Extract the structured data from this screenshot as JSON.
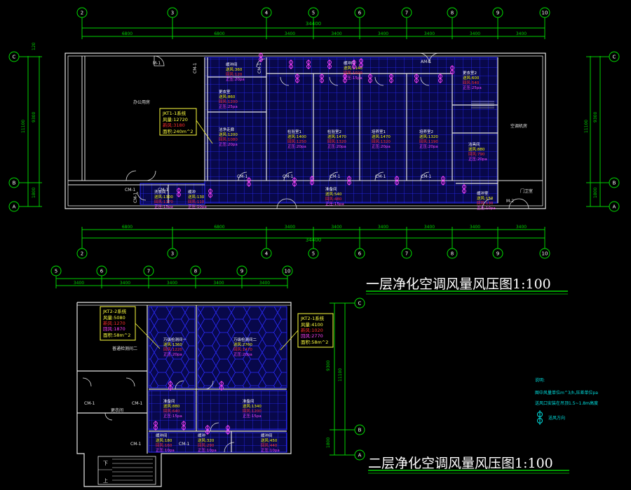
{
  "colors": {
    "background": "#000000",
    "wall": "#e6e6e6",
    "grid_line": "#00d200",
    "axis_circle": "#00e000",
    "room_grid": "#2020ff",
    "room_fill": "#08084a",
    "label_white": "#ffffff",
    "label_yellow": "#ffff00",
    "label_red": "#ff3030",
    "label_magenta": "#ff40ff",
    "label_cyan": "#00e0e0",
    "callout_yellow": "#ffff40"
  },
  "plan1": {
    "title": "一层净化空调风量风压图1:100",
    "axes_top": [
      "2",
      "3",
      "4",
      "5",
      "6",
      "7",
      "8",
      "9",
      "10"
    ],
    "axes_bottom": [
      "2",
      "3",
      "4",
      "5",
      "6",
      "7",
      "8",
      "9",
      "10"
    ],
    "rows_left": [
      "C",
      "B",
      "A"
    ],
    "rows_right": [
      "C",
      "B",
      "A"
    ],
    "total_dim": "34400",
    "dims": [
      "6800",
      "6800",
      "3400",
      "3400",
      "3400",
      "3400",
      "3400",
      "3400"
    ],
    "dims_left": [
      "120",
      "9300",
      "11100",
      "1800"
    ],
    "dims_right": [
      "9300",
      "11100",
      "1800"
    ],
    "door_labels": [
      "M-1",
      "CM-1",
      "CM-1",
      "CM-1",
      "CM-1",
      "CM-1",
      "CM-1",
      "CM-1",
      "M-2",
      "CM-1",
      "CM-1",
      "AM-1",
      "CM-1"
    ],
    "corridor_label": "办公用房",
    "right_room_label": "空调机房",
    "right_room_label2": "门卫室",
    "callout": {
      "name": "JKT1-1系统",
      "air": "风量:12720",
      "fresh": "新风:3180",
      "area": "面积:240m^2"
    },
    "rooms": [
      {
        "name": "缓冲间",
        "air": "送风:360",
        "ret": "回风:120",
        "press": "正压:20pa"
      },
      {
        "name": "更衣室",
        "air": "送风:860",
        "ret": "回风:1200",
        "press": "正压:25pa"
      },
      {
        "name": "洁净走廊",
        "air": "送风:1200",
        "ret": "回风:1080",
        "press": "正压:20pa"
      },
      {
        "name": "检验室1",
        "air": "送风:1400",
        "ret": "回风:1250",
        "press": "正压:20pa"
      },
      {
        "name": "检验室2",
        "air": "送风:1470",
        "ret": "回风:1320",
        "press": "正压:20pa"
      },
      {
        "name": "培养室1",
        "air": "送风:1470",
        "ret": "回风:1320",
        "press": "正压:20pa"
      },
      {
        "name": "培养室2",
        "air": "送风:1320",
        "ret": "回风:1190",
        "press": "正压:20pa"
      },
      {
        "name": "缓冲间",
        "air": "送风:1140",
        "ret": "回风:1020",
        "press": "正压:15pa"
      },
      {
        "name": "更衣室2",
        "air": "送风:600",
        "ret": "回风:540",
        "press": "正压:25pa"
      },
      {
        "name": "洁具间",
        "air": "送风:880",
        "ret": "回风:790",
        "press": "正压:20pa"
      },
      {
        "name": "准备间",
        "air": "送风:540",
        "ret": "回风:480",
        "press": "正压:15pa"
      },
      {
        "name": "缓冲",
        "air": "送风:130",
        "ret": "回风:110",
        "press": "正压:10pa"
      },
      {
        "name": "洗衣间",
        "air": "送风:1300",
        "ret": "回风:1170",
        "press": "正压:15pa"
      },
      {
        "name": "缓冲室",
        "air": "送风:150",
        "ret": "回风:130",
        "press": "正压:10pa"
      }
    ]
  },
  "plan2": {
    "title": "二层净化空调风量风压图1:100",
    "axes_top": [
      "5",
      "6",
      "7",
      "8",
      "9",
      "10"
    ],
    "rows_right": [
      "C",
      "B",
      "A"
    ],
    "dims": [
      "3400",
      "3400",
      "3400",
      "3400",
      "3400"
    ],
    "dims_right": [
      "9300",
      "11100",
      "1800"
    ],
    "left_room": "普通检测间二",
    "left_room2": "更衣间",
    "door_labels": [
      "CM-1",
      "CM-1",
      "CM-1",
      "CM-1"
    ],
    "stair_up": "上",
    "stair_down": "下",
    "callout_left": {
      "name": "JKT2-2系统",
      "air": "风量:5080",
      "fresh": "新风:1270",
      "ret": "回风:1870",
      "area": "面积:58m^2"
    },
    "callout_right": {
      "name": "JKT2-1系统",
      "air": "风量:4100",
      "fresh": "新风:1020",
      "ret": "回风:2770",
      "area": "面积:58m^2"
    },
    "rooms": [
      {
        "name": "万级检测间一",
        "air": "送风:1360",
        "ret": "回风:1220",
        "press": "正压:20pa"
      },
      {
        "name": "万级检测间二",
        "air": "送风:2760",
        "ret": "回风:1470",
        "press": "正压:20pa"
      },
      {
        "name": "准备间",
        "air": "送风:880",
        "ret": "回风:640",
        "press": "正压:15pa"
      },
      {
        "name": "准备间",
        "air": "送风:1340",
        "ret": "回风:1200",
        "press": "正压:15pa"
      },
      {
        "name": "缓冲间",
        "air": "送风:180",
        "ret": "回风:160",
        "press": "正压:10pa"
      },
      {
        "name": "缓冲",
        "air": "送风:320",
        "ret": "回风:290",
        "press": "正压:10pa"
      },
      {
        "name": "缓冲间",
        "air": "送风:450",
        "ret": "回风:440",
        "press": "正压:10pa"
      }
    ]
  },
  "notes": {
    "heading": "说明:",
    "line1": "图中风量单位m^3/h,压差单位pa",
    "line2": "送风口安装在吊顶1.5~1.8m高度",
    "legend": "送风方向"
  }
}
